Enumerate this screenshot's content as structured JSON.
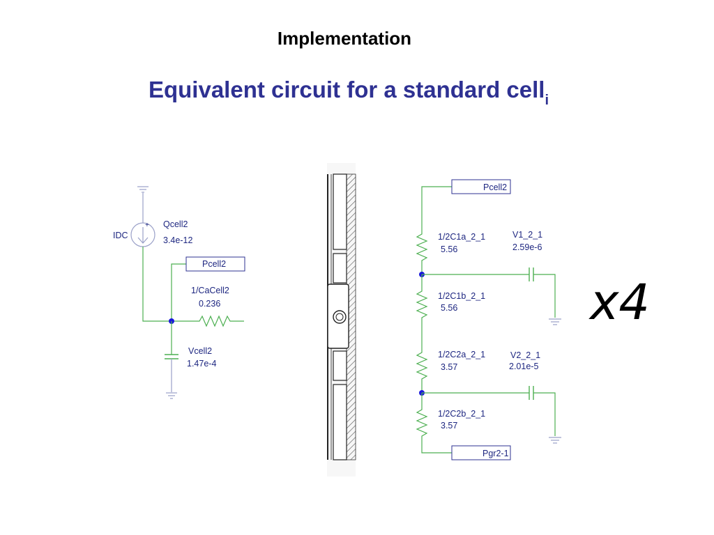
{
  "slide": {
    "title": "Implementation",
    "subtitle": "Equivalent circuit for a standard cell",
    "subtitle_subscript": "i",
    "multiplier": "x4"
  },
  "left_circuit": {
    "source_label": "IDC",
    "source_name": "Qcell2",
    "source_value": "3.4e-12",
    "source_sign": "+",
    "port_label": "Pcell2",
    "resistor_name": "1/CaCell2",
    "resistor_value": "0.236",
    "capacitor_name": "Vcell2",
    "capacitor_value": "1.47e-4"
  },
  "right_circuit": {
    "top_port": "Pcell2",
    "bottom_port": "Pgr2-1",
    "r1_name": "1/2C1a_2_1",
    "r1_value": "5.56",
    "c1_name": "V1_2_1",
    "c1_value": "2.59e-6",
    "r2_name": "1/2C1b_2_1",
    "r2_value": "5.56",
    "r3_name": "1/2C2a_2_1",
    "r3_value": "3.57",
    "c2_name": "V2_2_1",
    "c2_value": "2.01e-5",
    "r4_name": "1/2C2b_2_1",
    "r4_value": "3.57"
  },
  "colors": {
    "wire": "#4caf50",
    "label": "#1d2680",
    "node": "#1a1adb",
    "ground": "#9aa0c8",
    "subtitle": "#2e3192"
  }
}
